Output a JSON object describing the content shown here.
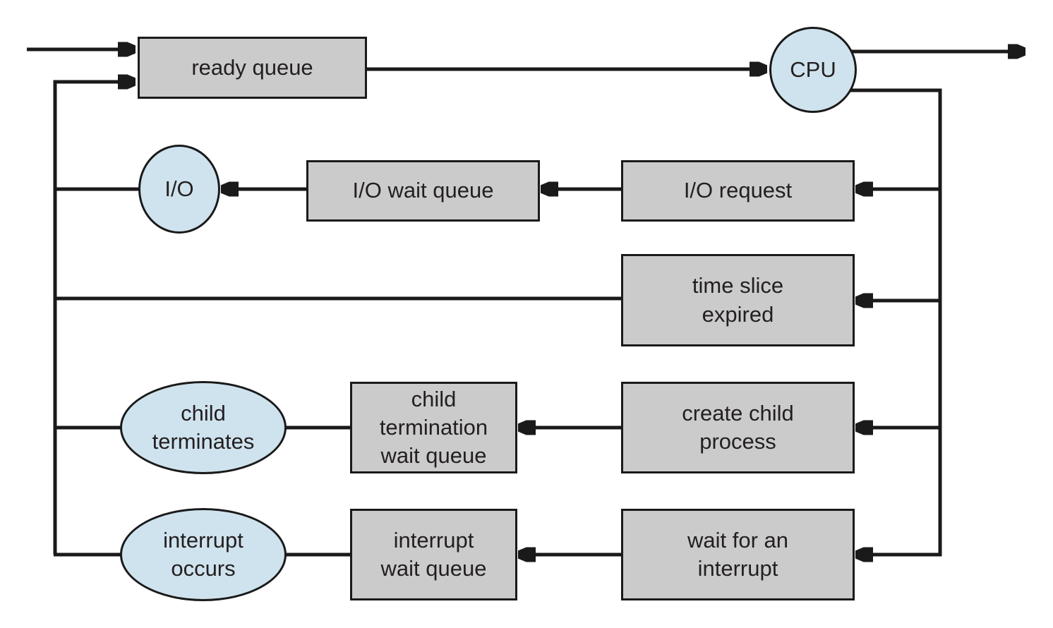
{
  "colors": {
    "bg_color": "#ffffff",
    "line_color": "#1a1a1a",
    "text_color": "#231f20",
    "queue_fill": "#cbcbcb",
    "resource_fill": "#cfe3ee"
  },
  "nodes": {
    "ready_queue": {
      "label": "ready queue",
      "shape": "rect"
    },
    "cpu": {
      "label": "CPU",
      "shape": "ellipse"
    },
    "io": {
      "label": "I/O",
      "shape": "ellipse"
    },
    "io_wait_queue": {
      "label": "I/O wait queue",
      "shape": "rect"
    },
    "io_request": {
      "label": "I/O request",
      "shape": "rect"
    },
    "time_slice_expired": {
      "label": "time slice\nexpired",
      "shape": "rect"
    },
    "child_terminates": {
      "label": "child\nterminates",
      "shape": "ellipse"
    },
    "child_termination_wait_queue": {
      "label": "child\ntermination\nwait queue",
      "shape": "rect"
    },
    "create_child_process": {
      "label": "create child\nprocess",
      "shape": "rect"
    },
    "interrupt_occurs": {
      "label": "interrupt\noccurs",
      "shape": "ellipse"
    },
    "interrupt_wait_queue": {
      "label": "interrupt\nwait queue",
      "shape": "rect"
    },
    "wait_for_an_interrupt": {
      "label": "wait for an\ninterrupt",
      "shape": "rect"
    }
  },
  "edges": [
    {
      "from": "external",
      "to": "ready_queue",
      "arrow": true
    },
    {
      "from": "left_return_line",
      "to": "ready_queue",
      "arrow": true
    },
    {
      "from": "ready_queue",
      "to": "cpu",
      "arrow": true
    },
    {
      "from": "cpu",
      "to": "external-exit",
      "arrow": true
    },
    {
      "from": "cpu",
      "to": "io_request",
      "arrow": true
    },
    {
      "from": "cpu",
      "to": "time_slice_expired",
      "arrow": true
    },
    {
      "from": "cpu",
      "to": "create_child_process",
      "arrow": true
    },
    {
      "from": "cpu",
      "to": "wait_for_an_interrupt",
      "arrow": true
    },
    {
      "from": "io_request",
      "to": "io_wait_queue",
      "arrow": true
    },
    {
      "from": "io_wait_queue",
      "to": "io",
      "arrow": true
    },
    {
      "from": "io",
      "to": "left_return_line",
      "arrow": false
    },
    {
      "from": "time_slice_expired",
      "to": "left_return_line",
      "arrow": false
    },
    {
      "from": "create_child_process",
      "to": "child_termination_wait_queue",
      "arrow": true
    },
    {
      "from": "child_termination_wait_queue",
      "to": "child_terminates",
      "arrow": false
    },
    {
      "from": "child_terminates",
      "to": "left_return_line",
      "arrow": false
    },
    {
      "from": "wait_for_an_interrupt",
      "to": "interrupt_wait_queue",
      "arrow": true
    },
    {
      "from": "interrupt_wait_queue",
      "to": "interrupt_occurs",
      "arrow": false
    },
    {
      "from": "interrupt_occurs",
      "to": "left_return_line",
      "arrow": false
    }
  ]
}
